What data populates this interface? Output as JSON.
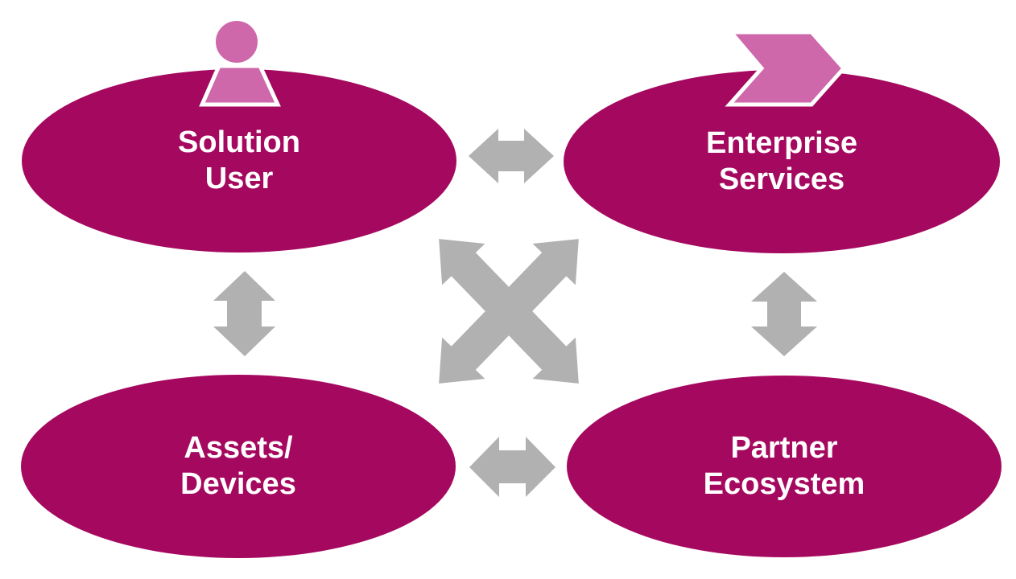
{
  "diagram": {
    "nodes": [
      {
        "name": "solution-user",
        "line1": "Solution",
        "line2": "User",
        "icon": "person-icon"
      },
      {
        "name": "enterprise-services",
        "line1": "Enterprise",
        "line2": "Services",
        "icon": "chevron-right-icon"
      },
      {
        "name": "assets-devices",
        "line1": "Assets/",
        "line2": "Devices",
        "icon": null
      },
      {
        "name": "partner-ecosystem",
        "line1": "Partner",
        "line2": "Ecosystem",
        "icon": null
      }
    ],
    "connectors": [
      {
        "name": "arrow-top-horizontal",
        "type": "double-headed-arrow",
        "connects": [
          "solution-user",
          "enterprise-services"
        ]
      },
      {
        "name": "arrow-left-vertical",
        "type": "double-headed-arrow",
        "connects": [
          "solution-user",
          "assets-devices"
        ]
      },
      {
        "name": "arrow-right-vertical",
        "type": "double-headed-arrow",
        "connects": [
          "enterprise-services",
          "partner-ecosystem"
        ]
      },
      {
        "name": "arrow-bottom-horizontal",
        "type": "double-headed-arrow",
        "connects": [
          "assets-devices",
          "partner-ecosystem"
        ]
      },
      {
        "name": "arrow-center-cross",
        "type": "crossed-double-headed-arrows",
        "connects": [
          "solution-user ↔ partner-ecosystem",
          "assets-devices ↔ enterprise-services"
        ]
      }
    ],
    "colors": {
      "node_fill": "#A5085F",
      "icon_fill": "#CE68AB",
      "icon_outline": "#FFFFFF",
      "arrow_fill": "#B1B1B2",
      "label_text": "#FFFFFF",
      "background": "#FFFFFF"
    }
  }
}
